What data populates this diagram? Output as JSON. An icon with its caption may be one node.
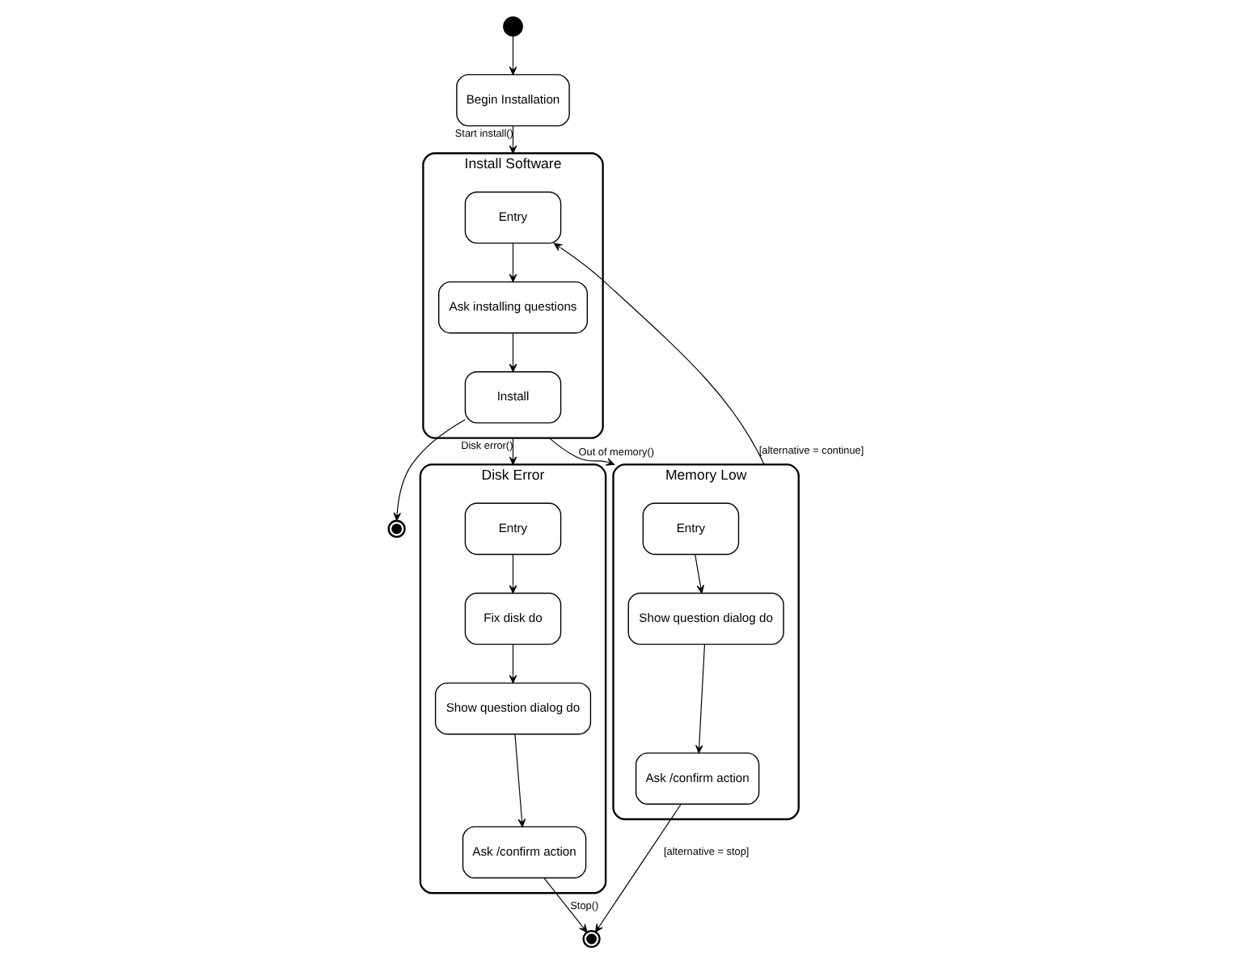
{
  "diagram": {
    "nodes": [
      {
        "text": [],
        "shape": "circle"
      },
      {
        "text": [
          "Begin Installation"
        ]
      },
      {
        "text": [
          "Install Software"
        ]
      },
      {
        "text": [
          "Entry"
        ],
        "in": 2
      },
      {
        "text": [
          "Ask installing questions"
        ],
        "in": 2
      },
      {
        "text": [
          "Install"
        ],
        "in": 2
      },
      {
        "text": [],
        "shape": "circle"
      },
      {
        "text": [
          "Disk Error"
        ]
      },
      {
        "text": [
          "Entry"
        ],
        "in": 7
      },
      {
        "text": [
          "Fix disk do"
        ],
        "in": 7
      },
      {
        "text": [
          "Show question dialog do"
        ],
        "in": 7
      },
      {
        "text": [
          "Ask /confirm action"
        ],
        "in": 7
      },
      {
        "text": [
          "Memory Low"
        ]
      },
      {
        "text": [
          "Entry"
        ],
        "in": 12
      },
      {
        "text": [
          "Show question dialog do"
        ],
        "in": 12
      },
      {
        "text": [
          "Ask /confirm action"
        ],
        "in": 12
      },
      {
        "text": [],
        "shape": "circle"
      }
    ],
    "edges": [
      {
        "from": 0,
        "to": 1,
        "arrow": "to"
      },
      {
        "from": 1,
        "to": 2,
        "arrow": "to",
        "label": "Start install()"
      },
      {
        "from": 3,
        "to": 4,
        "arrow": "to"
      },
      {
        "from": 4,
        "to": 5,
        "arrow": "to"
      },
      {
        "from": 5,
        "to": 6,
        "arrow": "to"
      },
      {
        "from": 2,
        "to": 7,
        "arrow": "to",
        "label": "Disk error()"
      },
      {
        "from": 2,
        "to": 12,
        "arrow": "to",
        "label": "Out of memory()"
      },
      {
        "from": 8,
        "to": 9,
        "arrow": "to"
      },
      {
        "from": 9,
        "to": 10,
        "arrow": "to"
      },
      {
        "from": 10,
        "to": 11,
        "arrow": "to"
      },
      {
        "from": 13,
        "to": 14,
        "arrow": "to"
      },
      {
        "from": 14,
        "to": 15,
        "arrow": "to"
      },
      {
        "from": 11,
        "to": 16,
        "arrow": "to",
        "label": "Stop()"
      },
      {
        "from": 15,
        "to": 16,
        "arrow": "to",
        "label": "[alternative = stop]"
      },
      {
        "from": 12,
        "to": 3,
        "arrow": "to",
        "label": "[alternative = continue]"
      }
    ]
  }
}
